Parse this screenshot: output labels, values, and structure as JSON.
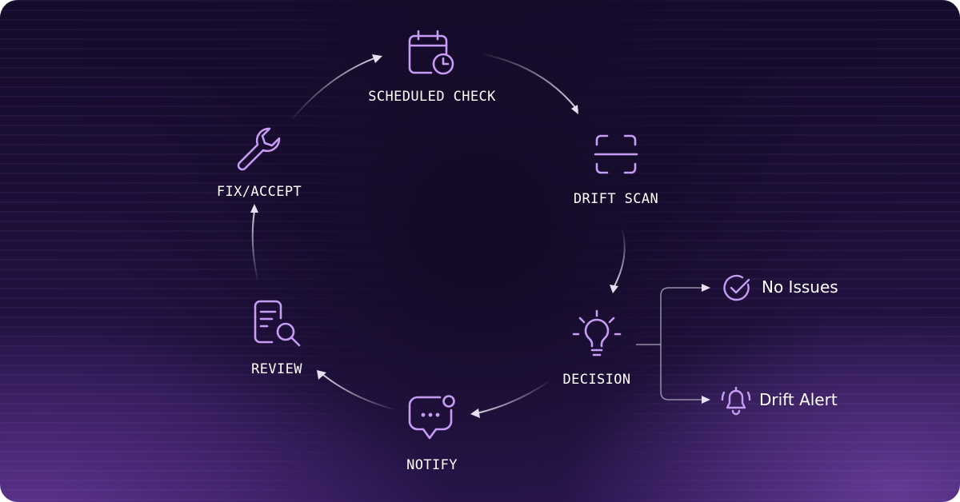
{
  "diagram": {
    "steps": [
      {
        "id": "scheduled-check",
        "label": "SCHEDULED CHECK",
        "icon": "calendar-clock-icon"
      },
      {
        "id": "drift-scan",
        "label": "DRIFT SCAN",
        "icon": "scan-frame-icon"
      },
      {
        "id": "decision",
        "label": "DECISION",
        "icon": "lightbulb-icon"
      },
      {
        "id": "notify",
        "label": "NOTIFY",
        "icon": "chat-notification-icon"
      },
      {
        "id": "review",
        "label": "REVIEW",
        "icon": "document-search-icon"
      },
      {
        "id": "fix-accept",
        "label": "FIX/ACCEPT",
        "icon": "wrench-icon"
      }
    ],
    "outcomes": [
      {
        "id": "no-issues",
        "label": "No Issues",
        "icon": "check-circle-icon"
      },
      {
        "id": "drift-alert",
        "label": "Drift Alert",
        "icon": "bell-ringing-icon"
      }
    ],
    "colors": {
      "icon_stroke": "#c69cf4",
      "arrow": "#e6e0f0",
      "label_text": "#ffffff"
    }
  }
}
